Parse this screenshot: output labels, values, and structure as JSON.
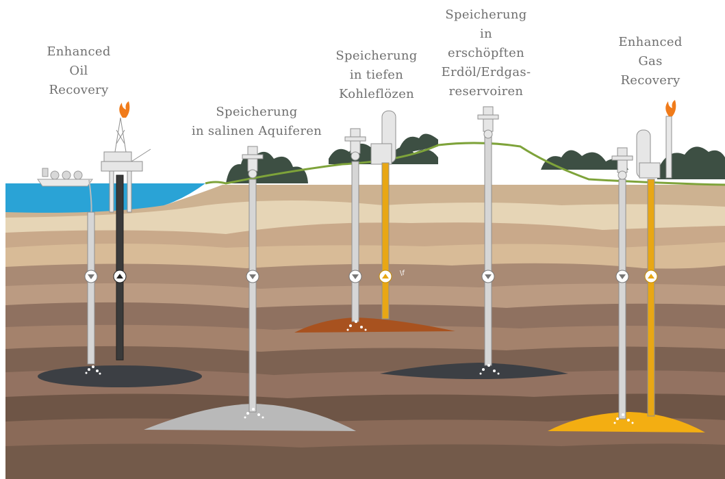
{
  "labels": {
    "eor": [
      "Enhanced",
      "Oil",
      "Recovery"
    ],
    "aquifer": [
      "Speicherung",
      "in salinen Aquiferen"
    ],
    "coal": [
      "Speicherung",
      "in tiefen",
      "Kohleflözen"
    ],
    "reservoir": [
      "Speicherung",
      "in",
      "erschöpften",
      "Erdöl/Erdgas-",
      "reservoiren"
    ],
    "egr": [
      "Enhanced",
      "Gas",
      "Recovery"
    ],
    "tiny_mark": "\\f"
  },
  "colors": {
    "sea": "#2aa3d6",
    "grass": "#7ea33a",
    "trees": "#3d4f43",
    "oil_reservoir": "#3c3f44",
    "aquifer": "#b9b9b9",
    "coal_seam": "#a8521f",
    "gas_reservoir": "#f3ae12",
    "pipe_steel": "#d6d6d6",
    "pipe_dark": "#3a3a3a",
    "pipe_yellow": "#e8a715"
  },
  "icons": [
    "flame-icon",
    "arrow-down-icon",
    "arrow-up-icon",
    "wellhead-valve-icon",
    "oil-platform-icon",
    "tanker-ship-icon",
    "tree-cluster-icon",
    "gas-tank-icon"
  ]
}
